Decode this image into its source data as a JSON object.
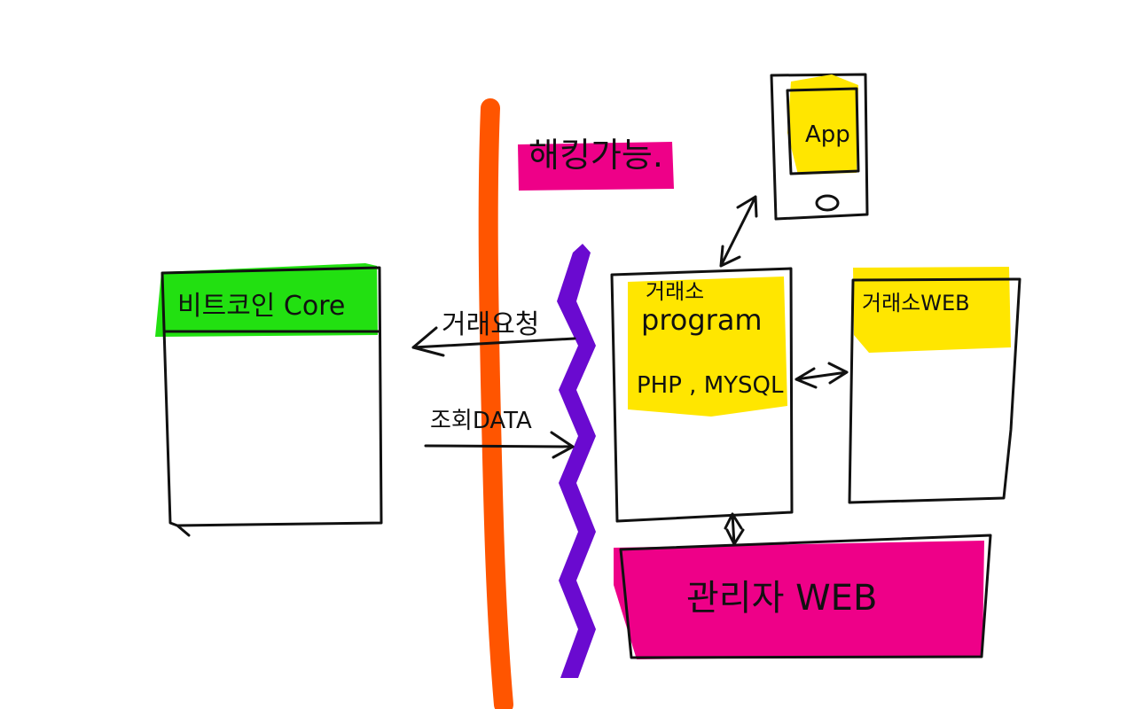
{
  "colors": {
    "green": "#22e011",
    "yellow": "#ffe600",
    "magenta": "#ee0088",
    "orange": "#ff5500",
    "purple": "#6a0ad0",
    "ink": "#111111"
  },
  "labels": {
    "hacking": "해킹가능.",
    "app": "App",
    "bitcoin_core": "비트코인 Core",
    "trade_request": "거래요청",
    "query_data": "조회DATA",
    "exchange_title": "거래소",
    "exchange_program": "program",
    "exchange_stack": "PHP  , MYSQL",
    "exchange_web": "거래소WEB",
    "admin_web": "관리자 WEB"
  }
}
